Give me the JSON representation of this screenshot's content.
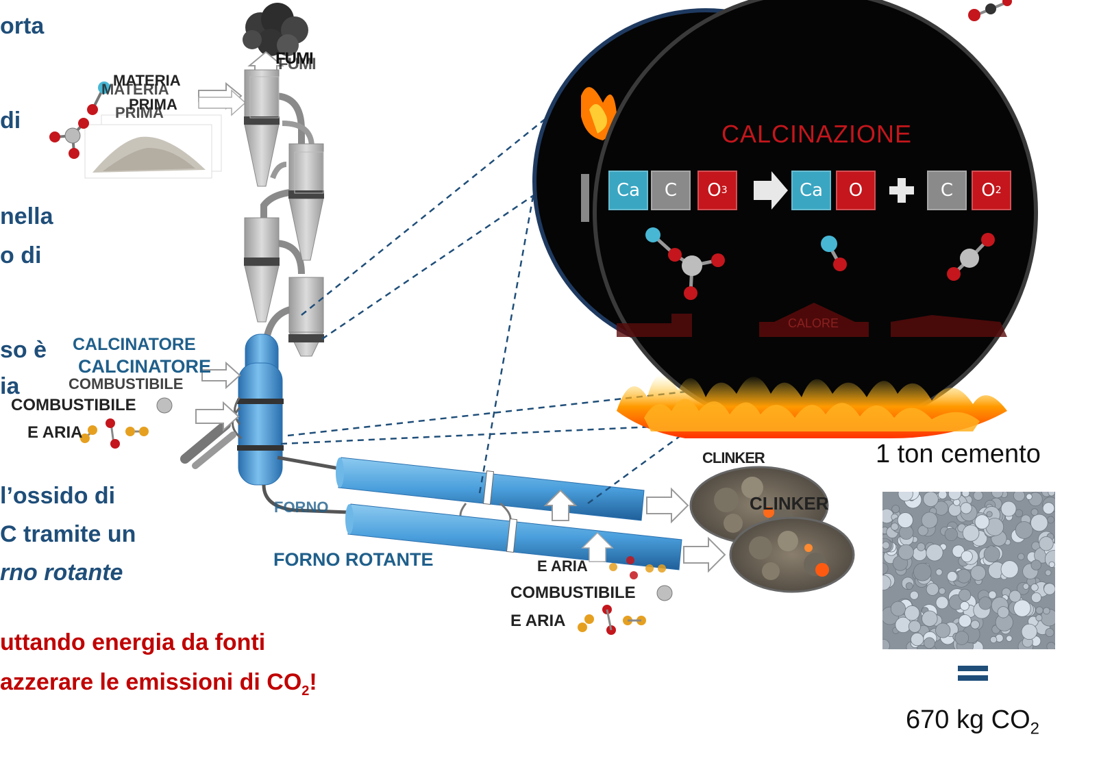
{
  "left_text": {
    "line1": "orta",
    "line2": "di",
    "line3": "nella",
    "line4": "o di",
    "line5": "so è",
    "line6": "ia",
    "line7": "l’ossido di",
    "line8": "C tramite un",
    "line9": "rno rotante",
    "red1": "uttando energia da fonti",
    "red2a": "azzerare le emissioni di CO",
    "red2sub": "2",
    "red2end": "!"
  },
  "labels": {
    "fumi": "FUMI",
    "materia_prima_1": "MATERIA",
    "materia_prima_2": "PRIMA",
    "calcinatore": "CALCINATORE",
    "combustibile": "COMBUSTIBILE",
    "e_aria": "E ARIA",
    "forno_rotante": "FORNO ROTANTE",
    "clinker": "CLINKER",
    "forno_ghost": "FORNO",
    "e_aria_ghost": "E ARIA"
  },
  "calcination": {
    "title": "CALCINAZIONE",
    "calore": "CALORE",
    "reactant": [
      "Ca",
      "C",
      "O"
    ],
    "reactant_sub": "3",
    "product1": [
      "Ca",
      "O"
    ],
    "product2": [
      "C",
      "O"
    ],
    "product2_sub": "2"
  },
  "result": {
    "title": "1 ton cemento",
    "value_prefix": "670 kg CO",
    "value_sub": "2"
  },
  "colors": {
    "blue_text": "#1f4e79",
    "red_text": "#c00000",
    "tube_blue": "#4a9fdc",
    "circle_bg": "#050505",
    "calcium": "#3aa6c2",
    "carbon": "#8a8a8a",
    "oxygen": "#c4161c"
  }
}
